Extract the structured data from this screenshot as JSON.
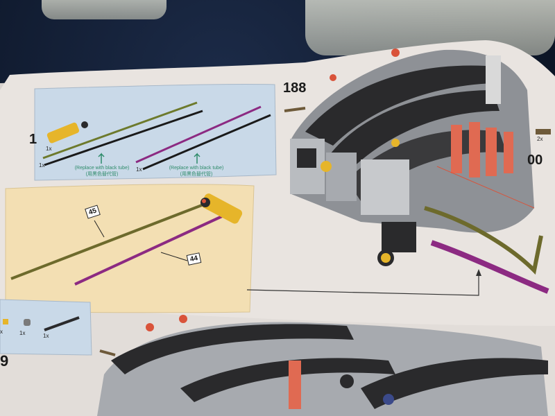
{
  "manual": {
    "step_main": "188",
    "step_left": "1",
    "step_bottom": "9",
    "step_right_partial": "00",
    "qty_top_left": "1x",
    "qty_tube_left": "1x",
    "qty_tube_right": "1x",
    "qty_right": "2x",
    "qty_bottom_a": "x",
    "qty_bottom_b": "1x",
    "qty_bottom_c": "1x",
    "caption_left_en": "(Replace with black tube)",
    "caption_left_cn": "(用黑色替代管)",
    "caption_right_en": "(Replace with black tube)",
    "caption_right_cn": "(用黑色替代管)",
    "tag_45": "45",
    "tag_44": "44"
  },
  "colors": {
    "olive_tube": "#6d7a2c",
    "magenta_tube": "#8c2a82",
    "black_tube": "#1a1a1a",
    "blue_panel": "#c9d9e8",
    "cream_panel": "#f3dfb3",
    "page": "#e9e4e0",
    "lego_grey": "#8e9196",
    "lego_dark": "#2a2a2c",
    "lego_red": "#d9533a",
    "lego_yellow": "#e6b52a"
  }
}
